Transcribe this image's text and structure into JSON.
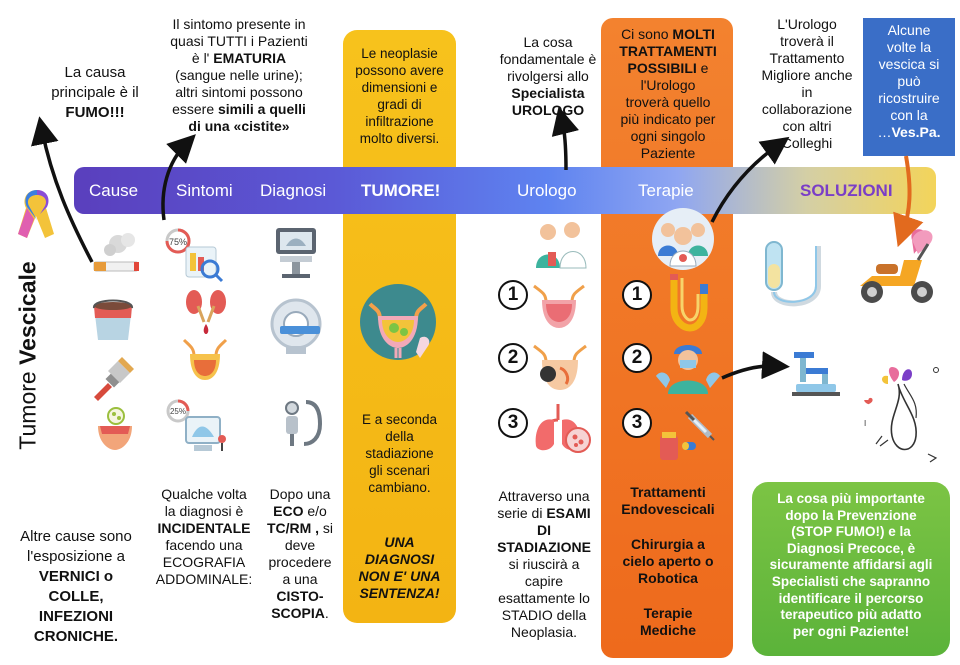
{
  "side_label": {
    "light": "Tumore ",
    "bold": "Vescicale"
  },
  "band": {
    "cause": "Cause",
    "sintomi": "Sintomi",
    "diagnosi": "Diagnosi",
    "tumore": "TUMORE!",
    "urologo": "Urologo",
    "terapie": "Terapie",
    "soluzioni": "SOLUZIONI"
  },
  "cause_top": {
    "l1": "La causa",
    "l2": "principale è il",
    "bold": "FUMO!!!"
  },
  "sintomi_top": {
    "l1": "Il sintomo presente in",
    "l2": "quasi TUTTI i Pazienti",
    "l3a": "è l' ",
    "l3b": "EMATURIA",
    "l4": "(sangue nelle urine);",
    "l5": "altri sintomi possono",
    "l6a": "essere ",
    "l6b": "simili a quelli",
    "l7": "di una «cistite»"
  },
  "tumore_top": {
    "l1": "Le neoplasie",
    "l2": "possono avere",
    "l3": "dimensioni e",
    "l4": "gradi di",
    "l5": "infiltrazione",
    "l6": "molto diversi."
  },
  "tumore_mid": {
    "l1": "E a seconda",
    "l2": "della",
    "l3": "stadiazione",
    "l4": "gli scenari",
    "l5": "cambiano."
  },
  "tumore_bottom": {
    "l1": "UNA",
    "l2": "DIAGNOSI",
    "l3": "NON E' UNA",
    "l4": "SENTENZA!"
  },
  "urologo_top": {
    "l1": "La cosa",
    "l2": "fondamentale è",
    "l3": "rivolgersi allo",
    "l4": "Specialista",
    "l5": "UROLOGO"
  },
  "terapie_top": {
    "l1a": "Ci sono ",
    "l1b": "MOLTI",
    "l2": "TRATTAMENTI",
    "l3a": "POSSIBILI",
    "l3b": " e",
    "l4": "l'Urologo",
    "l5": "troverà quello",
    "l6": "più indicato per",
    "l7": "ogni singolo",
    "l8": "Paziente"
  },
  "soluzioni_top": {
    "l1": "L'Urologo",
    "l2": "troverà il",
    "l3": "Trattamento",
    "l4": "Migliore anche",
    "l5": "in",
    "l6": "collaborazione",
    "l7": "con altri",
    "l8": "Colleghi"
  },
  "blue_box": {
    "l1": "Alcune",
    "l2": "volte la",
    "l3": "vescica si",
    "l4": "può",
    "l5": "ricostruire",
    "l6": "con la",
    "l7a": "…",
    "l7b": "Ves.Pa."
  },
  "cause_bottom": {
    "l1": "Altre cause sono",
    "l2": "l'esposizione a",
    "l3": "VERNICI o",
    "l4": "COLLE,",
    "l5": "INFEZIONI",
    "l6": "CRONICHE."
  },
  "sintomi_bottom": {
    "l1": "Qualche volta",
    "l2": "la diagnosi è",
    "l3": "INCIDENTALE",
    "l4": "facendo una",
    "l5": "ECOGRAFIA",
    "l6": "ADDOMINALE:"
  },
  "diagnosi_bottom": {
    "l1": "Dopo una",
    "l2a": "ECO",
    "l2b": " e/o",
    "l3a": "TC/RM ,",
    "l3b": " si",
    "l4": "deve",
    "l5": "procedere",
    "l6": "a una",
    "l7": "CISTO-",
    "l8a": "SCOPIA",
    "l8b": "."
  },
  "urologo_bottom": {
    "l1": "Attraverso una",
    "l2a": "serie di ",
    "l2b": "ESAMI",
    "l3": "DI",
    "l4": "STADIAZIONE",
    "l5": "si riuscirà a",
    "l6": "capire",
    "l7": "esattamente lo",
    "l8": "STADIO della",
    "l9": "Neoplasia."
  },
  "terapie_bottom": {
    "t1a": "Trattamenti",
    "t1b": "Endovescicali",
    "t2a": "Chirurgia a",
    "t2b": "cielo aperto o",
    "t2c": "Robotica",
    "t3a": "Terapie",
    "t3b": "Mediche"
  },
  "green_box": {
    "l1": "La cosa più importante",
    "l2": "dopo la Prevenzione",
    "l3": "(STOP FUMO!) e la",
    "l4": "Diagnosi Precoce, è",
    "l5": "sicuramente affidarsi agli",
    "l6": "Specialisti che sapranno",
    "l7": "identificare il percorso",
    "l8": "terapeutico più adatto",
    "l9": "per ogni Paziente!"
  },
  "numbers": {
    "n1": "1",
    "n2": "2",
    "n3": "3"
  },
  "icons": {
    "ribbon": "awareness-ribbon-icon",
    "cigarette": "cigarette-icon",
    "paint": "paint-bucket-icon",
    "brush": "paint-brush-icon",
    "infection": "infected-bladder-icon",
    "kidney": "kidney-icon",
    "bladder": "bladder-icon",
    "percent75": "urine-test-icon",
    "ultrasound": "ultrasound-machine-icon",
    "ctscan": "ct-scanner-icon",
    "cystoscope": "cystoscope-icon",
    "tumor": "bladder-tumor-icon",
    "doctors": "doctors-icon",
    "lungs": "lungs-icon",
    "surgeon": "surgeon-icon",
    "syringe": "syringe-icon",
    "catheter": "catheter-icon",
    "robot": "surgical-robot-icon",
    "scooter": "scooter-icon",
    "drawing": "sketch-icon"
  },
  "colors": {
    "yellow": "#f3b413",
    "orange": "#ee6a1c",
    "blue_box": "#3a6ec7",
    "green": "#5bb33a",
    "band_start": "#5a3fbd"
  }
}
